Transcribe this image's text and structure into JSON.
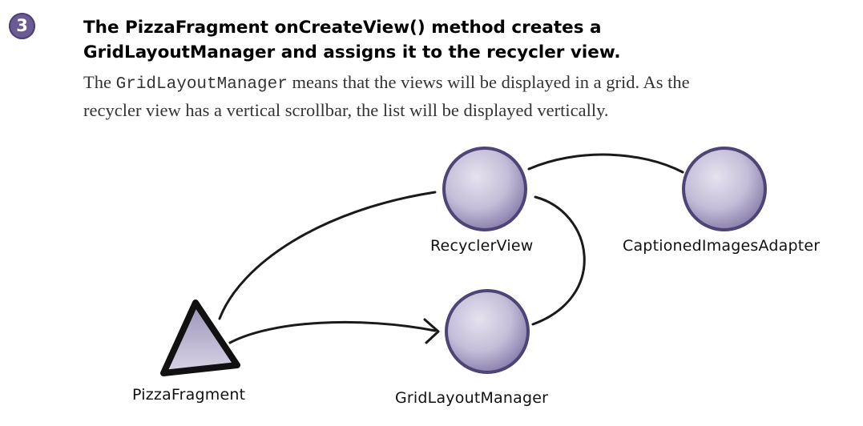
{
  "step": {
    "number": "3"
  },
  "heading": {
    "line1": "The PizzaFragment onCreateView() method creates a",
    "line2": "GridLayoutManager and assigns it to the recycler view."
  },
  "body": {
    "prefix": "The ",
    "code": "GridLayoutManager",
    "line1_rest": " means that the views will be displayed in a grid. As the",
    "line2": "recycler view has a vertical scrollbar, the list will be displayed vertically."
  },
  "diagram": {
    "nodes": [
      {
        "id": "pizza-fragment",
        "shape": "triangle",
        "label": "PizzaFragment"
      },
      {
        "id": "recycler-view",
        "shape": "circle",
        "label": "RecyclerView"
      },
      {
        "id": "captioned-images-adapter",
        "shape": "circle",
        "label": "CaptionedImagesAdapter"
      },
      {
        "id": "grid-layout-manager",
        "shape": "circle",
        "label": "GridLayoutManager"
      }
    ],
    "edges": [
      {
        "from": "pizza-fragment",
        "to": "recycler-view",
        "arrow": false
      },
      {
        "from": "pizza-fragment",
        "to": "grid-layout-manager",
        "arrow": true
      },
      {
        "from": "recycler-view",
        "to": "captioned-images-adapter",
        "arrow": false
      },
      {
        "from": "recycler-view",
        "to": "grid-layout-manager",
        "arrow": false
      }
    ],
    "colors": {
      "node_fill": "#c9c3db",
      "node_stroke": "#4e4476",
      "triangle_fill": "#b9b2cf",
      "badge": "#6b5b95"
    }
  }
}
